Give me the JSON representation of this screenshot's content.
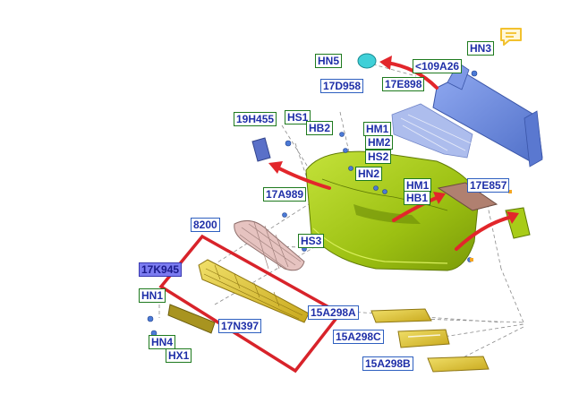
{
  "callouts": {
    "hn3": "HN3",
    "hn5": "HN5",
    "a109a26": "<109A26",
    "d17d958": "17D958",
    "e17e898": "17E898",
    "h19h455": "19H455",
    "hs1": "HS1",
    "hb2": "HB2",
    "hm1_top": "HM1",
    "hm2": "HM2",
    "hs2": "HS2",
    "hn2": "HN2",
    "hm1_mid": "HM1",
    "hb1": "HB1",
    "e17e857": "17E857",
    "a17a989": "17A989",
    "p8200": "8200",
    "hs3": "HS3",
    "k17k945": "17K945",
    "hn1": "HN1",
    "n17n397": "17N397",
    "hn4": "HN4",
    "hx1": "HX1",
    "a15a298a": "15A298A",
    "c15a298c": "15A298C",
    "b15a298b": "15A298B"
  },
  "icons": {
    "note": "note-icon"
  },
  "colors": {
    "highlight_box": "#d8232a",
    "arrow": "#e2262b",
    "callout_blue": "#2e5fc0",
    "callout_green": "#1e7a1e",
    "callout_text": "#1f2fa8",
    "bumper": "#a8cc18",
    "grille_gold": "#d6c43a",
    "reinforcement_blue": "#6f8ee0",
    "note_icon": "#f2c12e"
  }
}
